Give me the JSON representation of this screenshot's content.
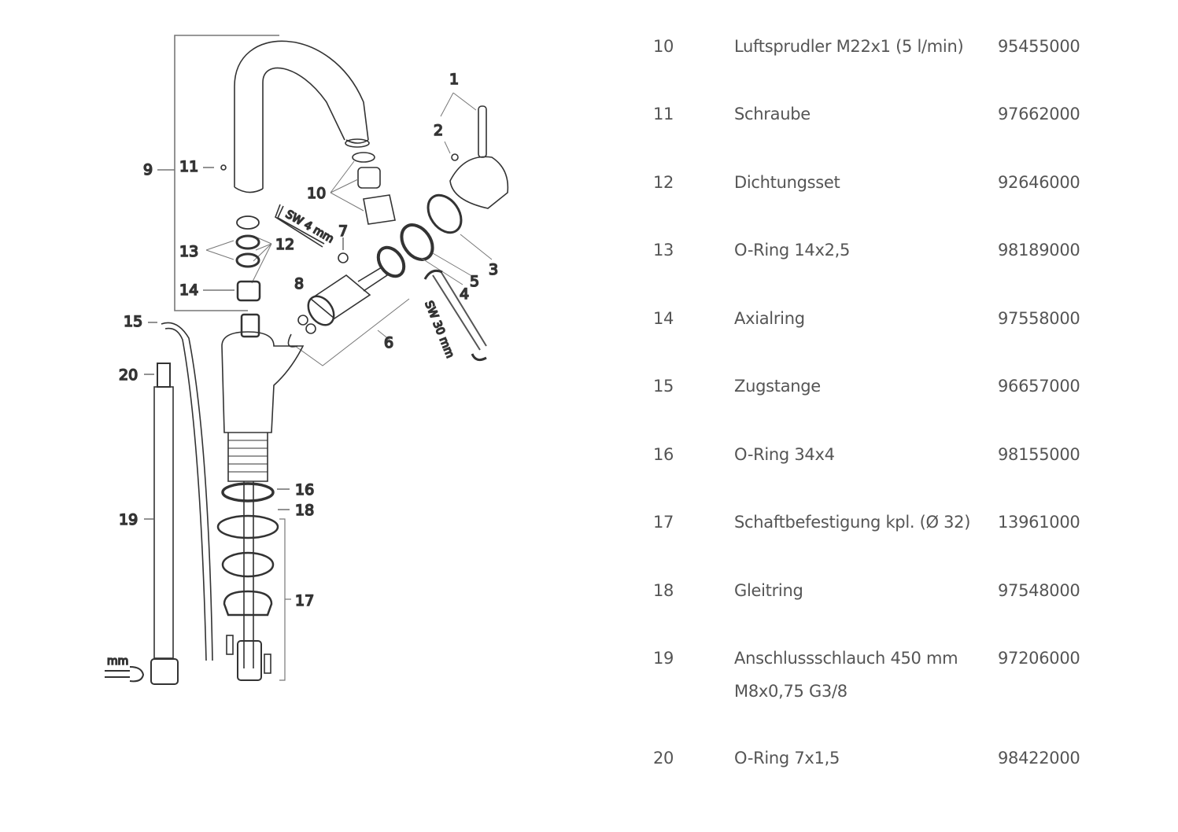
{
  "diagram": {
    "callouts": {
      "c1": "1",
      "c2": "2",
      "c3": "3",
      "c4": "4",
      "c5": "5",
      "c6": "6",
      "c7": "7",
      "c8": "8",
      "c9": "9",
      "c10": "10",
      "c11": "11",
      "c12": "12",
      "c13": "13",
      "c14": "14",
      "c15": "15",
      "c16": "16",
      "c17": "17",
      "c18": "18",
      "c19": "19",
      "c20": "20"
    },
    "tool_labels": {
      "hex_key": "SW 4 mm",
      "wrench": "SW 30 mm",
      "small_wrench": "mm"
    }
  },
  "parts": [
    {
      "num": "10",
      "desc": "Luftsprudler M22x1 (5 l/min)",
      "art": "95455000"
    },
    {
      "num": "11",
      "desc": "Schraube",
      "art": "97662000"
    },
    {
      "num": "12",
      "desc": "Dichtungsset",
      "art": "92646000"
    },
    {
      "num": "13",
      "desc": "O-Ring 14x2,5",
      "art": "98189000"
    },
    {
      "num": "14",
      "desc": "Axialring",
      "art": "97558000"
    },
    {
      "num": "15",
      "desc": "Zugstange",
      "art": "96657000"
    },
    {
      "num": "16",
      "desc": "O-Ring 34x4",
      "art": "98155000"
    },
    {
      "num": "17",
      "desc": "Schaftbefestigung kpl. (Ø 32)",
      "art": "13961000"
    },
    {
      "num": "18",
      "desc": "Gleitring",
      "art": "97548000"
    },
    {
      "num": "19",
      "desc": "Anschlussschlauch 450 mm",
      "desc2": "M8x0,75 G3/8",
      "art": "97206000"
    },
    {
      "num": "20",
      "desc": "O-Ring 7x1,5",
      "art": "98422000"
    }
  ]
}
